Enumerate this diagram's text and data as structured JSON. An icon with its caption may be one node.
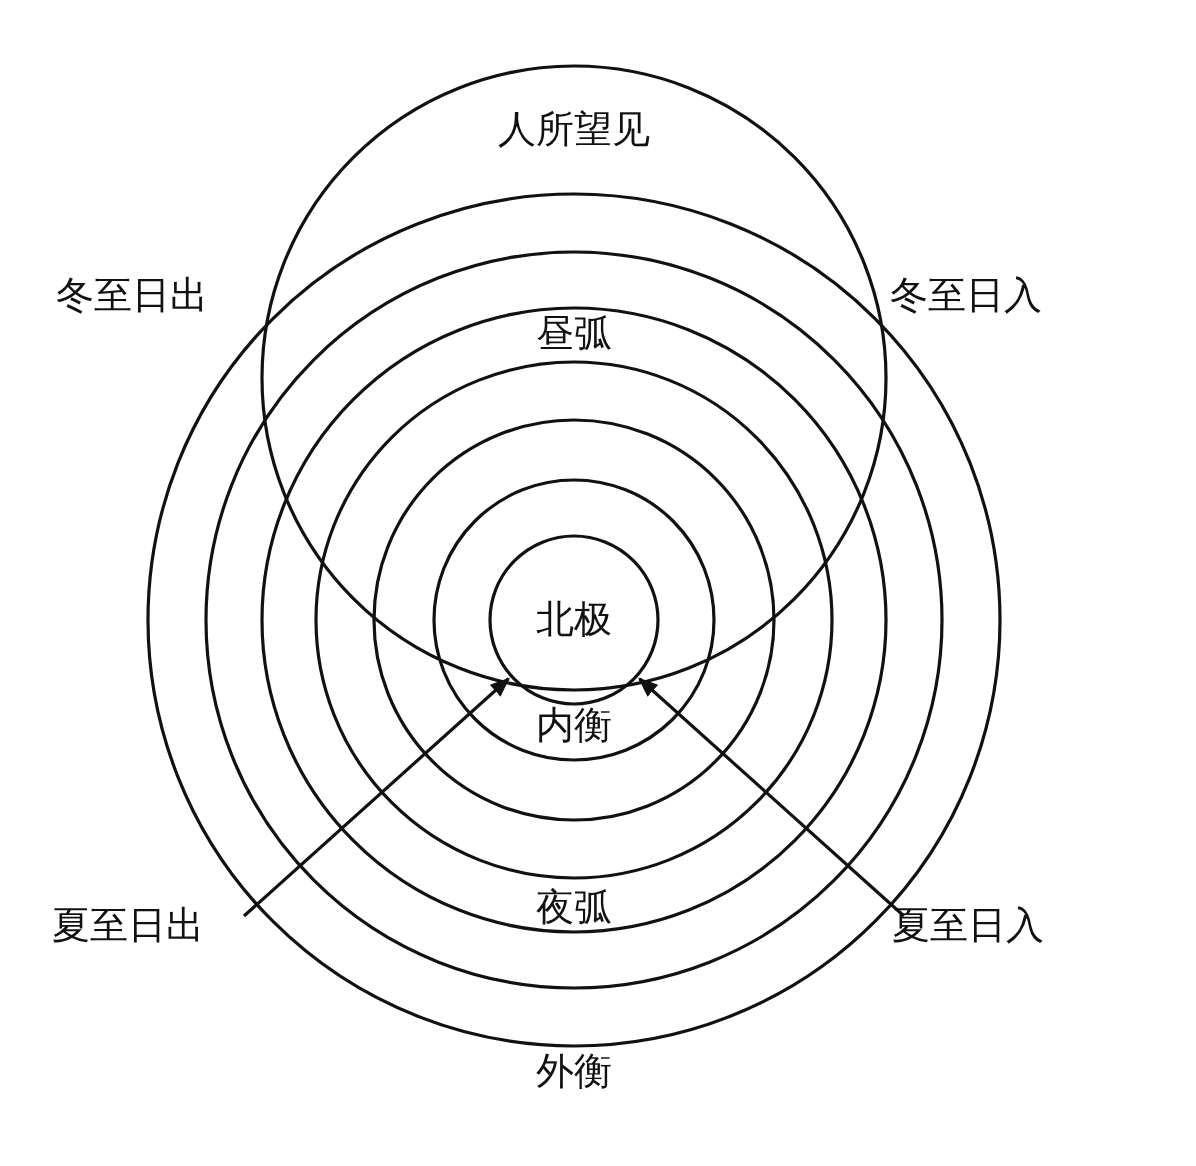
{
  "diagram": {
    "nodes": [
      {
        "text": [
          "人所望见"
        ]
      },
      {
        "text": [
          "北极"
        ]
      },
      {
        "text": [
          "夏至日出"
        ]
      },
      {
        "text": [
          "夏至日入"
        ]
      }
    ],
    "edges": [
      {
        "from": 2,
        "to": 1,
        "arrow": "to"
      },
      {
        "from": 3,
        "to": 1,
        "arrow": "to"
      }
    ],
    "labels": [
      "冬至日出",
      "冬至日入",
      "昼弧",
      "内衡",
      "夜弧",
      "外衡"
    ]
  }
}
